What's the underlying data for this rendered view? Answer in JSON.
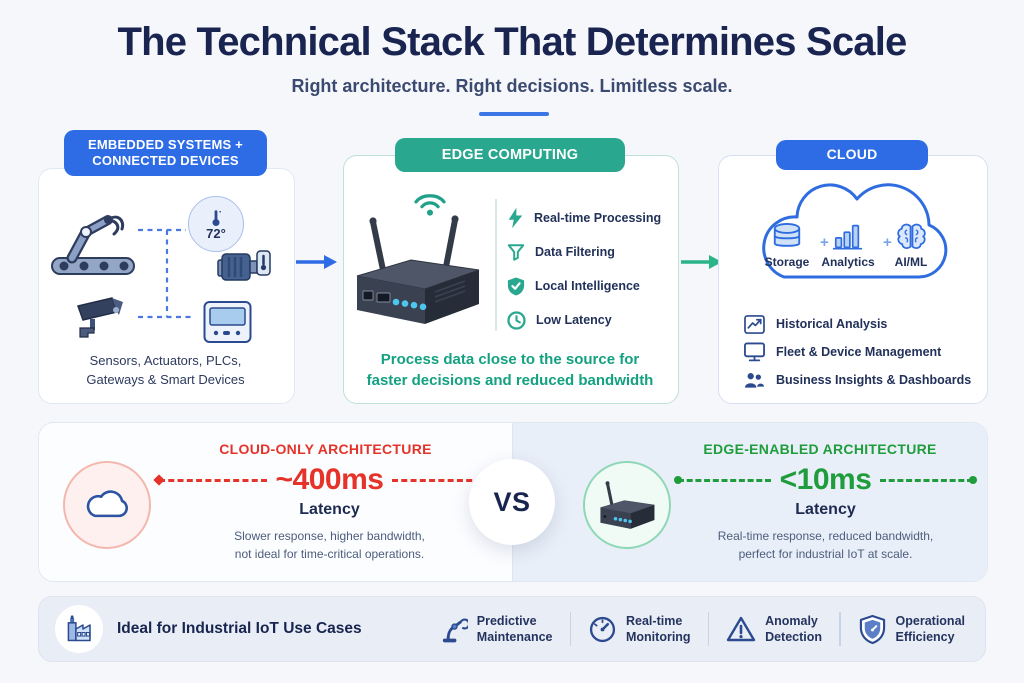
{
  "header": {
    "title": "The Technical Stack That Determines Scale",
    "subtitle": "Right architecture. Right decisions. Limitless scale."
  },
  "stack": {
    "embedded": {
      "badge_line1": "EMBEDDED SYSTEMS +",
      "badge_line2": "CONNECTED DEVICES",
      "temperature": "72°",
      "caption_line1": "Sensors, Actuators, PLCs,",
      "caption_line2": "Gateways & Smart Devices"
    },
    "edge": {
      "badge": "EDGE COMPUTING",
      "features": [
        {
          "icon": "lightning-icon",
          "label": "Real-time Processing"
        },
        {
          "icon": "funnel-icon",
          "label": "Data Filtering"
        },
        {
          "icon": "shield-check-icon",
          "label": "Local Intelligence"
        },
        {
          "icon": "clock-icon",
          "label": "Low Latency"
        }
      ],
      "note_line1": "Process data close to the source for",
      "note_line2": "faster decisions and reduced bandwidth"
    },
    "cloud": {
      "badge": "CLOUD",
      "plus": "+",
      "core": [
        {
          "icon": "database-icon",
          "label": "Storage"
        },
        {
          "icon": "bar-chart-icon",
          "label": "Analytics"
        },
        {
          "icon": "brain-icon",
          "label": "AI/ML"
        }
      ],
      "features": [
        {
          "icon": "trend-chart-icon",
          "label": "Historical Analysis"
        },
        {
          "icon": "monitor-icon",
          "label": "Fleet & Device Management"
        },
        {
          "icon": "team-icon",
          "label": "Business Insights & Dashboards"
        }
      ]
    }
  },
  "comparison": {
    "vs": "VS",
    "cloud_only": {
      "title": "CLOUD-ONLY ARCHITECTURE",
      "value": "~400ms",
      "metric": "Latency",
      "desc_line1": "Slower response, higher bandwidth,",
      "desc_line2": "not ideal for time-critical operations."
    },
    "edge_enabled": {
      "title": "EDGE-ENABLED ARCHITECTURE",
      "value": "<10ms",
      "metric": "Latency",
      "desc_line1": "Real-time response, reduced bandwidth,",
      "desc_line2": "perfect for industrial IoT at scale."
    }
  },
  "use_cases": {
    "title": "Ideal for Industrial IoT Use Cases",
    "items": [
      {
        "icon": "robot-arm-icon",
        "line1": "Predictive",
        "line2": "Maintenance"
      },
      {
        "icon": "gauge-icon",
        "line1": "Real-time",
        "line2": "Monitoring"
      },
      {
        "icon": "warning-triangle-icon",
        "line1": "Anomaly",
        "line2": "Detection"
      },
      {
        "icon": "shield-gauge-icon",
        "line1": "Operational",
        "line2": "Efficiency"
      }
    ]
  },
  "colors": {
    "accent_blue": "#2d6ce5",
    "teal": "#2aa88f",
    "red": "#e5332a",
    "green": "#1f9c3b",
    "navy": "#1a2450"
  }
}
